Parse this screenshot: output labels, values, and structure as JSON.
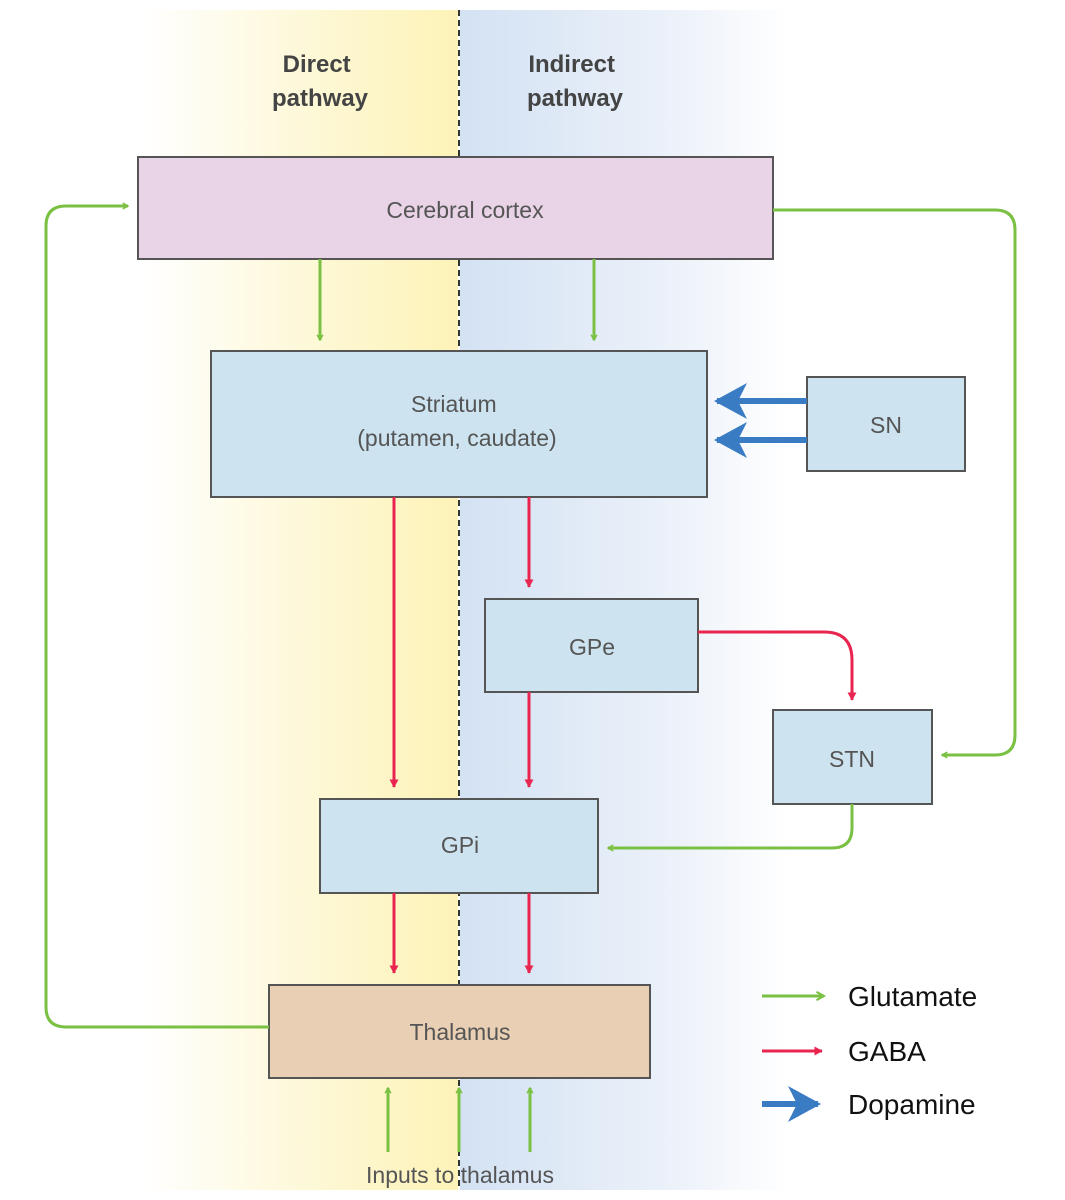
{
  "headings": {
    "direct": [
      "Direct",
      "pathway"
    ],
    "indirect": [
      "Indirect",
      "pathway"
    ]
  },
  "boxes": {
    "cortex": {
      "label": [
        "Cerebral cortex"
      ],
      "fill": "#e8d4e6"
    },
    "striatum": {
      "label": [
        "Striatum",
        "(putamen, caudate)"
      ],
      "fill": "#cde3ef"
    },
    "sn": {
      "label": [
        "SN"
      ],
      "fill": "#cde3ef"
    },
    "gpe": {
      "label": [
        "GPe"
      ],
      "fill": "#cde3ef"
    },
    "stn": {
      "label": [
        "STN"
      ],
      "fill": "#cde3ef"
    },
    "gpi": {
      "label": [
        "GPi"
      ],
      "fill": "#cde3ef"
    },
    "thalamus": {
      "label": [
        "Thalamus"
      ],
      "fill": "#e9cfb4"
    }
  },
  "caption": "Inputs to thalamus",
  "legend": [
    {
      "label": "Glutamate",
      "color": "#7ac143"
    },
    {
      "label": "GABA",
      "color": "#e8244f"
    },
    {
      "label": "Dopamine",
      "color": "#3a7cc4"
    }
  ],
  "colors": {
    "glutamate": "#7ac143",
    "gaba": "#e8244f",
    "dopamine": "#3a7cc4",
    "direct_band": "#fdf6c8",
    "indirect_band": "#d8e6f4"
  }
}
